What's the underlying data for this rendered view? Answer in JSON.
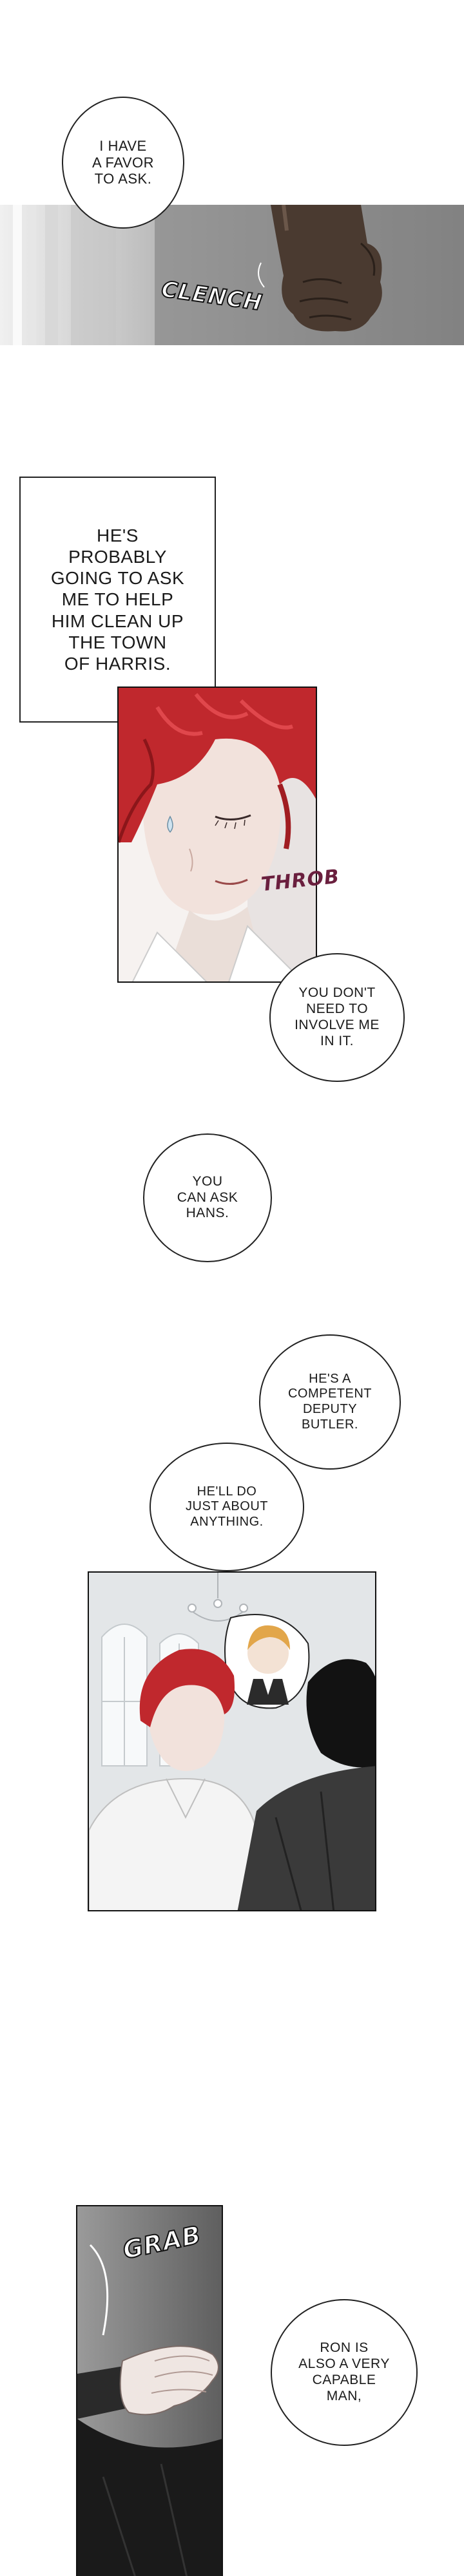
{
  "dialogue": {
    "favor": "I HAVE\nA FAVOR\nTO ASK.",
    "narration_harris": "HE'S\nPROBABLY\nGOING TO ASK\nME TO HELP\nHIM CLEAN UP\nTHE TOWN\nOF HARRIS.",
    "dont_involve": "YOU DON'T\nNEED TO\nINVOLVE ME\nIN IT.",
    "ask_hans": "YOU\nCAN ASK\nHANS.",
    "competent": "HE'S A\nCOMPETENT\nDEPUTY\nBUTLER.",
    "anything": "HE'LL DO\nJUST ABOUT\nANYTHING.",
    "ron": "RON IS\nALSO A VERY\nCAPABLE\nMAN,"
  },
  "sfx": {
    "clench": "CLENCH",
    "throb": "THROB",
    "grab": "GRAB"
  },
  "colors": {
    "hair_red": "#c0282d",
    "throb_color": "#6a1f3e",
    "ink": "#1a1a1a"
  }
}
